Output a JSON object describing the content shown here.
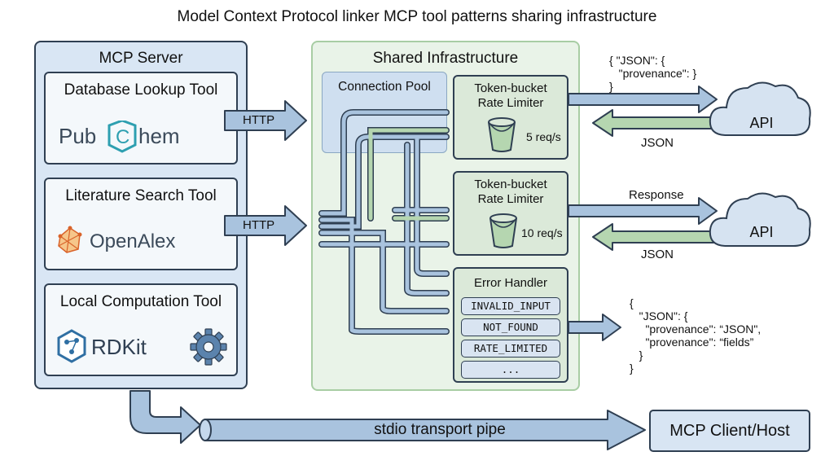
{
  "title": "Model Context Protocol linker MCP tool patterns sharing infrastructure",
  "server": {
    "title": "MCP Server",
    "tools": [
      {
        "label": "Database Lookup Tool",
        "logo": "PubChem"
      },
      {
        "label": "Literature Search Tool",
        "logo": "OpenAlex"
      },
      {
        "label": "Local Computation Tool",
        "logo": "RDKit"
      }
    ],
    "http_label": "HTTP"
  },
  "infra": {
    "title": "Shared Infrastructure",
    "connection_pool": "Connection Pool",
    "limiters": [
      {
        "line1": "Token-bucket",
        "line2": "Rate Limiter",
        "rate": "5 req/s"
      },
      {
        "line1": "Token-bucket",
        "line2": "Rate Limiter",
        "rate": "10 req/s"
      }
    ],
    "error_handler": {
      "title": "Error Handler",
      "codes": [
        "INVALID_INPUT",
        "NOT_FOUND",
        "RATE_LIMITED",
        "..."
      ]
    }
  },
  "external": {
    "api_label": "API",
    "json_top": "{ \"JSON\": {\n   \"provenance\": }\n}",
    "json_label": "JSON",
    "response_label": "Response",
    "json_bottom": "{\n   \"JSON\": {\n     \"provenance\": “JSON\",\n     \"provenance\": “fields”\n   }\n}"
  },
  "transport": {
    "pipe_label": "stdio transport pipe",
    "client_label": "MCP Client/Host"
  },
  "colors": {
    "server_bg": "#d9e6f4",
    "infra_bg": "#e9f3e8",
    "arrow_blue": "#a9c3de",
    "arrow_green": "#b5d6b0",
    "outline": "#2f3f52"
  }
}
